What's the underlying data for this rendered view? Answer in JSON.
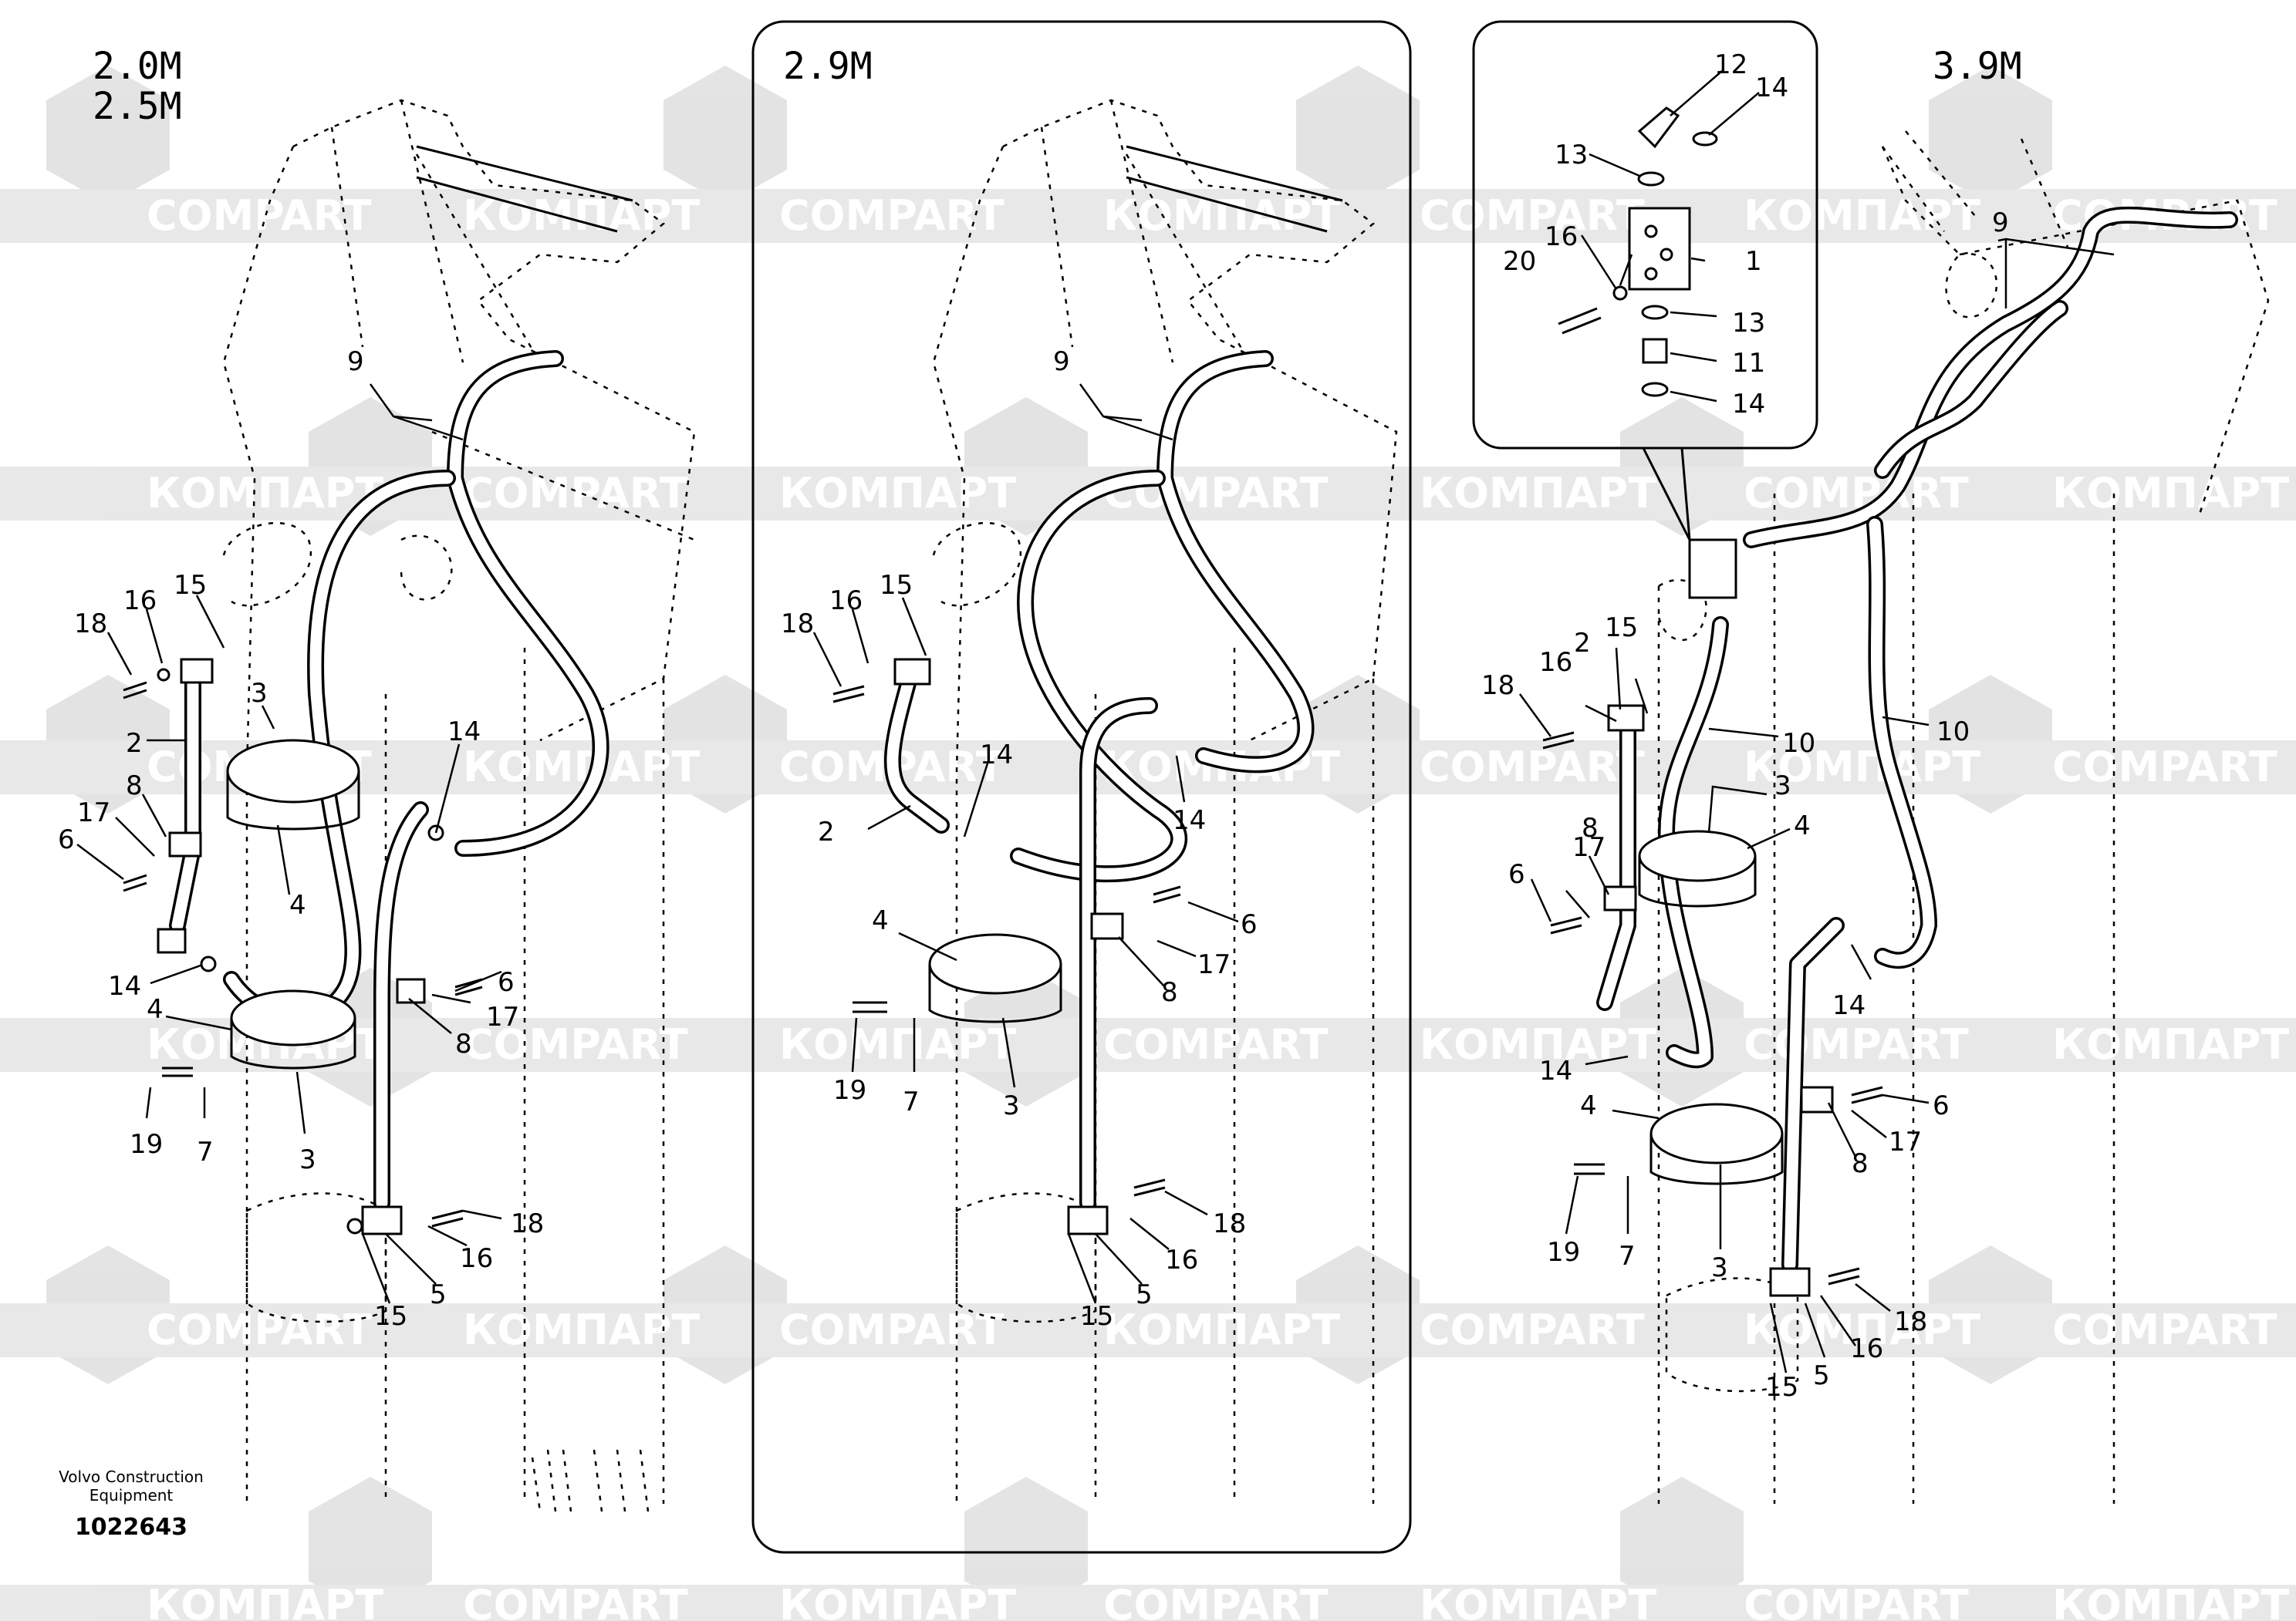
{
  "panels": [
    {
      "id": "left",
      "titles": [
        "2.0M",
        "2.5M"
      ]
    },
    {
      "id": "middle",
      "titles": [
        "2.9M"
      ]
    },
    {
      "id": "right",
      "titles": [
        "3.9M"
      ]
    }
  ],
  "watermarks": [
    "COMPART",
    "КОМПАРТ"
  ],
  "footer": {
    "manufacturer_line1": "Volvo Construction",
    "manufacturer_line2": "Equipment",
    "drawing_number": "1022643"
  },
  "labels": {
    "left": [
      "9",
      "18",
      "16",
      "15",
      "3",
      "2",
      "8",
      "17",
      "6",
      "4",
      "14",
      "14",
      "6",
      "17",
      "8",
      "4",
      "19",
      "7",
      "3",
      "18",
      "16",
      "5",
      "15"
    ],
    "middle": [
      "9",
      "18",
      "16",
      "15",
      "14",
      "2",
      "14",
      "6",
      "17",
      "8",
      "4",
      "19",
      "7",
      "3",
      "18",
      "16",
      "5",
      "15"
    ],
    "right_inset": [
      "12",
      "14",
      "13",
      "16",
      "20",
      "1",
      "13",
      "11",
      "14"
    ],
    "right": [
      "9",
      "2",
      "15",
      "16",
      "18",
      "10",
      "10",
      "3",
      "4",
      "17",
      "8",
      "6",
      "14",
      "14",
      "4",
      "6",
      "17",
      "8",
      "19",
      "7",
      "3",
      "18",
      "16",
      "15",
      "5"
    ]
  }
}
